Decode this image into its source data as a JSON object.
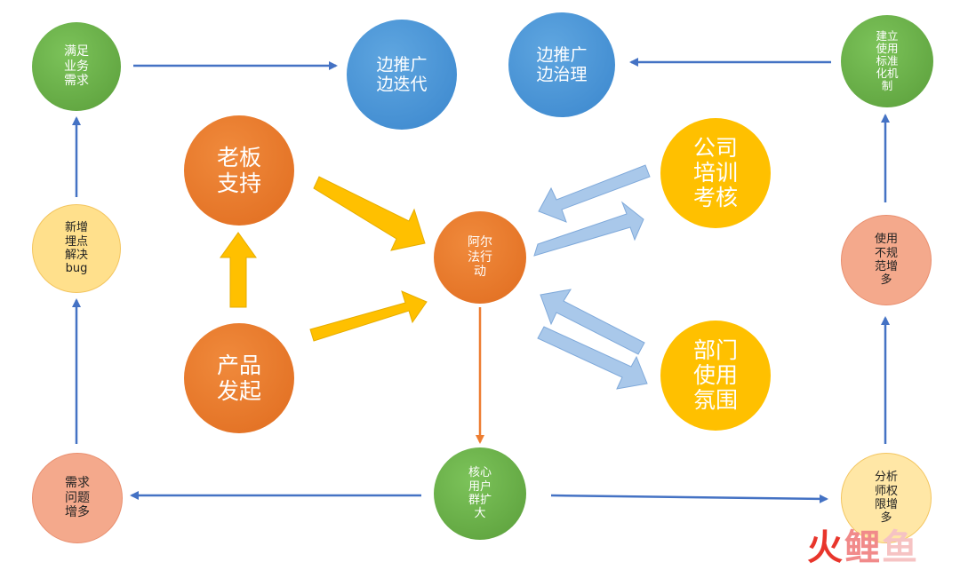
{
  "nodes": {
    "satisfy": {
      "label": "满足\n业务\n需求"
    },
    "iterate": {
      "label": "边推广\n边迭代"
    },
    "govern": {
      "label": "边推广\n边治理"
    },
    "standard": {
      "label": "建立\n使用\n标准\n化机\n制"
    },
    "boss": {
      "label": "老板\n支持"
    },
    "company": {
      "label": "公司\n培训\n考核"
    },
    "newpoint": {
      "label": "新增\n埋点\n解决\nbug"
    },
    "alpha": {
      "label": "阿尔\n法行\n动"
    },
    "misuse": {
      "label": "使用\n不规\n范增\n多"
    },
    "product": {
      "label": "产品\n发起"
    },
    "dept": {
      "label": "部门\n使用\n氛围"
    },
    "needs": {
      "label": "需求\n问题\n增多"
    },
    "core": {
      "label": "核心\n用户\n群扩\n大"
    },
    "analyst": {
      "label": "分析\n师权\n限增\n多"
    }
  },
  "watermark": {
    "text": "火鲤鱼"
  },
  "colors": {
    "green": "#5a9e3a",
    "blue": "#3a86cd",
    "orange": "#e06c1f",
    "yellow": "#ffc000",
    "arrow_blue": "#4472c4",
    "light_blue": "#a9c8ea",
    "orange_line": "#ed7d31"
  }
}
